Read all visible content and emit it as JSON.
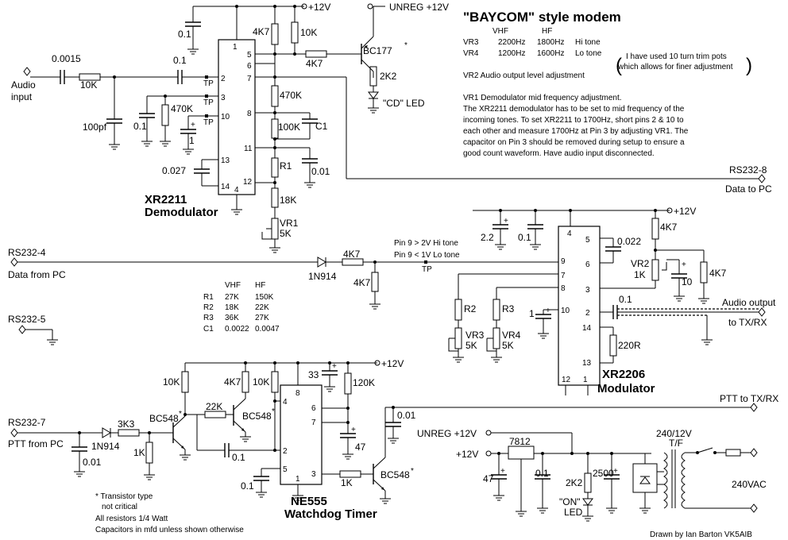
{
  "title": "\"BAYCOM\" style modem",
  "credit": "Drawn by Ian Barton VK5AIB",
  "rails": {
    "v12": "+12V",
    "unreg": "UNREG +12V"
  },
  "tone_table": {
    "hdr_vhf": "VHF",
    "hdr_hf": "HF",
    "rows": [
      {
        "name": "VR3",
        "vhf": "2200Hz",
        "hf": "1800Hz",
        "note": "Hi tone"
      },
      {
        "name": "VR4",
        "vhf": "1200Hz",
        "hf": "1600Hz",
        "note": "Lo tone"
      }
    ]
  },
  "trim_note": [
    "I have used 10 turn trim pots",
    "which allows for finer adjustment"
  ],
  "vr2_note": "VR2 Audio output level adjustment",
  "vr1_note": [
    "VR1 Demodulator mid frequency adjustment.",
    "The XR2211 demodulator has to be set to mid frequency of the",
    "incoming tones. To set XR2211 to 1700Hz, short pins 2 & 10 to",
    "each other and measure 1700Hz at Pin 3 by adjusting VR1. The",
    "capacitor on Pin 3 should be removed during setup to ensure a",
    "good count waveform. Have audio input disconnected."
  ],
  "comp_table": {
    "hdr_vhf": "VHF",
    "hdr_hf": "HF",
    "rows": [
      {
        "name": "R1",
        "vhf": "27K",
        "hf": "150K"
      },
      {
        "name": "R2",
        "vhf": "18K",
        "hf": "22K"
      },
      {
        "name": "R3",
        "vhf": "36K",
        "hf": "27K"
      },
      {
        "name": "C1",
        "vhf": "0.0022",
        "hf": "0.0047"
      }
    ]
  },
  "pin9_note": [
    "Pin 9 > 2V Hi tone",
    "Pin 9 < 1V Lo tone"
  ],
  "footnotes": [
    "* Transistor type",
    "not critical",
    "All resistors 1/4 Watt",
    "Capacitors in mfd unless shown otherwise"
  ],
  "chips": {
    "demod": {
      "name": "XR2211",
      "role": "Demodulator"
    },
    "mod": {
      "name": "XR2206",
      "role": "Modulator"
    },
    "timer": {
      "name": "NE555",
      "role": "Watchdog Timer"
    }
  },
  "ports": {
    "audio_in": [
      "Audio",
      "input"
    ],
    "rs232_8": [
      "RS232-8",
      "Data to PC"
    ],
    "rs232_4": [
      "RS232-4",
      "Data from PC"
    ],
    "rs232_5": "RS232-5",
    "rs232_7": [
      "RS232-7",
      "PTT from PC"
    ],
    "audio_out": [
      "Audio output",
      "to TX/RX"
    ],
    "ptt_out": "PTT to TX/RX",
    "mains": "240VAC"
  },
  "labels": {
    "tp": "TP",
    "c0015": "0.0015",
    "r10k_in": "10K",
    "c100pf": "100pf",
    "c01_in": "0.1",
    "c01_top": "0.1",
    "c01_p3": "0.1",
    "r470k_p3": "470K",
    "c1_p10": "1",
    "c027": "0.027",
    "r4k7_top": "4K7",
    "r10k_top": "10K",
    "r4k7_base": "4K7",
    "bc177": "BC177",
    "r2k2_led": "2K2",
    "cd_led": "\"CD\" LED",
    "r470k": "470K",
    "r100k": "100K",
    "c1lab": "C1",
    "r1": "R1",
    "c01_p11": "0.01",
    "r18k": "18K",
    "vr1": "VR1",
    "vr1v": "5K",
    "c22": "2.2",
    "c01_mod": "0.1",
    "r4k7_mod": "4K7",
    "c022": "0.022",
    "vr2": "VR2",
    "vr2v": "1K",
    "c10": "10",
    "r4k7_out": "4K7",
    "c1_mod": "1",
    "c01_out": "0.1",
    "r220": "220R",
    "r2": "R2",
    "r3": "R3",
    "vr3": "VR3",
    "vr3v": "5K",
    "vr4": "VR4",
    "vr4v": "5K",
    "d1n914": "1N914",
    "r4k7_d": "4K7",
    "r4k7_sh": "4K7",
    "r3k3": "3K3",
    "d1n914b": "1N914",
    "c01_ptt": "0.01",
    "r1k_ptt": "1K",
    "bc548a": "BC548",
    "r10k_q1": "10K",
    "r22k": "22K",
    "r4k7_q2": "4K7",
    "bc548b": "BC548",
    "r10k_555": "10K",
    "c33": "33",
    "r120k": "120K",
    "c01_tm": "0.1",
    "c47_tm": "47",
    "c01_555": "0.1",
    "r1k_555": "1K",
    "bc548c": "BC548",
    "c01_pttout": "0.01",
    "reg7812": "7812",
    "c47_ps": "47",
    "c01_ps": "0.1",
    "r2k2_ps": "2K2",
    "c2500": "2500",
    "on_led": [
      "\"ON\"",
      "LED"
    ],
    "tf": [
      "240/12V",
      "T/F"
    ]
  },
  "pins": {
    "d_1": "1",
    "d_5": "5",
    "d_6": "6",
    "d_7": "7",
    "d_2": "2",
    "d_3": "3",
    "d_8": "8",
    "d_10": "10",
    "d_11": "11",
    "d_13": "13",
    "d_12": "12",
    "d_14": "14",
    "d_4": "4",
    "m_4": "4",
    "m_5": "5",
    "m_6": "6",
    "m_9": "9",
    "m_3": "3",
    "m_7": "7",
    "m_8": "8",
    "m_10": "10",
    "m_2": "2",
    "m_14": "14",
    "m_13": "13",
    "m_12": "12",
    "m_1": "1",
    "n_8": "8",
    "n_4": "4",
    "n_6": "6",
    "n_7": "7",
    "n_2": "2",
    "n_5": "5",
    "n_3": "3",
    "n_1": "1"
  },
  "marks": {
    "star": "*",
    "plus": "+"
  }
}
